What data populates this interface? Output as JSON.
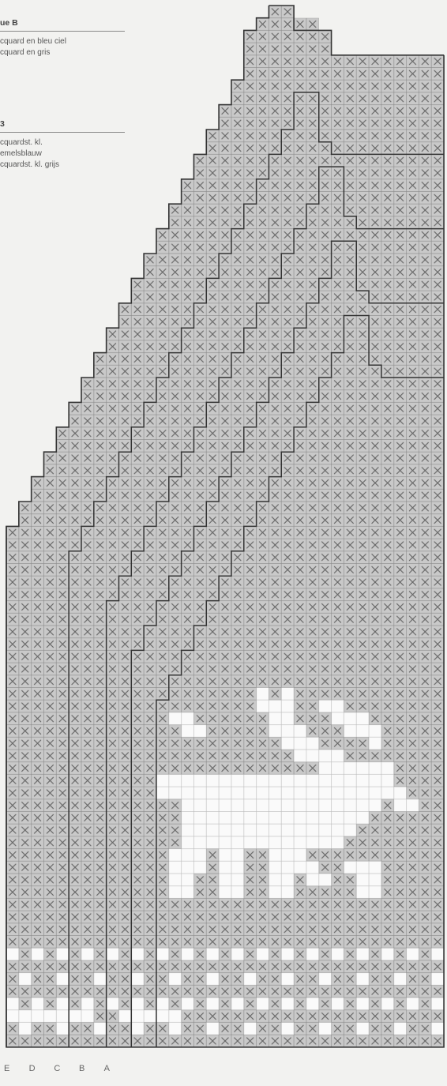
{
  "legend_fr": {
    "title": "ue B",
    "items": [
      "cquard en bleu ciel",
      "cquard en gris"
    ]
  },
  "legend_nl": {
    "title": "3",
    "items": [
      "cquardst. kl.",
      "emelsblauw",
      "cquardst. kl. grijs"
    ]
  },
  "size_labels": [
    "E",
    "D",
    "C",
    "B",
    "A"
  ],
  "colors": {
    "background": "#f2f2f0",
    "grid_cell": "#c9c9c9",
    "grid_line": "#888888",
    "cross": "#666666",
    "outline": "#333333",
    "light_cell": "#fafafa"
  }
}
